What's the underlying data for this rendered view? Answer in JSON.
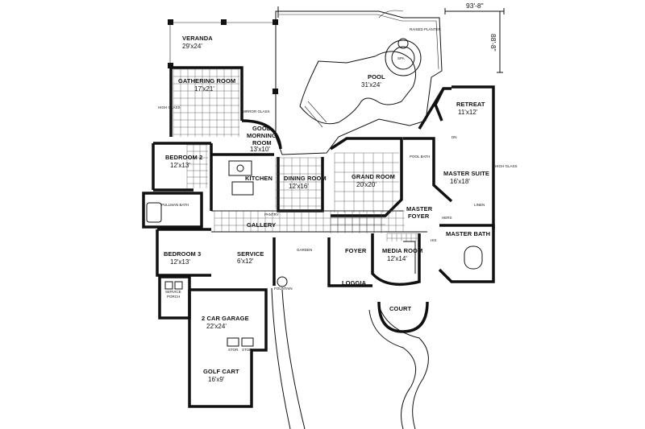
{
  "rooms": [
    {
      "id": "veranda",
      "name": "VERANDA",
      "dim": "29'x24'"
    },
    {
      "id": "gathering",
      "name": "GATHERING ROOM",
      "dim": "17'x21'"
    },
    {
      "id": "morning",
      "name": "GOOD MORNING ROOM",
      "name1": "GOOD",
      "name2": "MORNING",
      "name3": "ROOM",
      "dim": "13'x10'"
    },
    {
      "id": "bedroom2",
      "name": "BEDROOM 2",
      "dim": "12'x13'"
    },
    {
      "id": "kitchen",
      "name": "KITCHEN"
    },
    {
      "id": "dining",
      "name": "DINING ROOM",
      "dim": "12'x16'"
    },
    {
      "id": "grand",
      "name": "GRAND ROOM",
      "dim": "20'x20'"
    },
    {
      "id": "pool",
      "name": "POOL",
      "dim": "31'x24'"
    },
    {
      "id": "retreat",
      "name": "RETREAT",
      "dim": "11'x12'"
    },
    {
      "id": "master_suite",
      "name": "MASTER SUITE",
      "dim": "16'x18'"
    },
    {
      "id": "master_foyer",
      "name": "MASTER FOYER",
      "name1": "MASTER",
      "name2": "FOYER"
    },
    {
      "id": "master_bath",
      "name": "MASTER BATH"
    },
    {
      "id": "media",
      "name": "MEDIA ROOM",
      "dim": "12'x14'"
    },
    {
      "id": "foyer",
      "name": "FOYER"
    },
    {
      "id": "loggia",
      "name": "LOGGIA"
    },
    {
      "id": "court",
      "name": "COURT"
    },
    {
      "id": "garden",
      "name": "GARDEN"
    },
    {
      "id": "fountain",
      "name": "FOUNTAIN"
    },
    {
      "id": "gallery",
      "name": "GALLERY"
    },
    {
      "id": "service",
      "name": "SERVICE",
      "dim": "6'x12'"
    },
    {
      "id": "bedroom3",
      "name": "BEDROOM 3",
      "dim": "12'x13'"
    },
    {
      "id": "pullman",
      "name": "PULLMAN BATH"
    },
    {
      "id": "garage",
      "name": "2 CAR GARAGE",
      "dim": "22'x24'"
    },
    {
      "id": "golf",
      "name": "GOLF CART",
      "dim": "16'x9'"
    },
    {
      "id": "service_porch",
      "name": "SERVICE PORCH",
      "name1": "SERVICE",
      "name2": "PORCH"
    }
  ],
  "small_labels": {
    "raised_planter": "RAISED PLANTER",
    "spa": "SPA",
    "high_glass": "HIGH GLASS",
    "mirror_glass": "MIRROR GLASS",
    "pool_bath": "POOL BATH",
    "hers": "HERS",
    "his": "HIS",
    "linen": "LINEN",
    "stor": "STOR.",
    "pantry": "PANTRY",
    "dn": "DN"
  },
  "dimensions": {
    "width": "93'-8\"",
    "depth": "88'-8\""
  }
}
